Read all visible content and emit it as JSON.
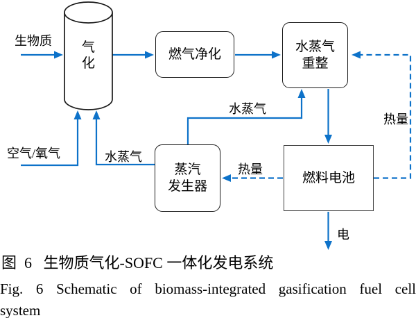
{
  "figure": {
    "type": "flow-diagram",
    "accent_color": "#0d72c9",
    "box_border_color": "#1a1a1a"
  },
  "nodes": {
    "gasifier": {
      "line1": "气",
      "line2": "化",
      "shape": "cylinder"
    },
    "gas_cleanup": {
      "label": "燃气净化",
      "shape": "rounded-rect"
    },
    "steam_reformer": {
      "line1": "水蒸气",
      "line2": "重整",
      "shape": "rounded-rect"
    },
    "steam_generator": {
      "line1": "蒸汽",
      "line2": "发生器",
      "shape": "rounded-rect"
    },
    "fuel_cell": {
      "label": "燃料电池",
      "shape": "rect"
    }
  },
  "edge_labels": {
    "biomass": "生物质",
    "air_oxygen": "空气/氧气",
    "steam_to_gasifier": "水蒸气",
    "steam_to_reformer": "水蒸气",
    "heat_to_generator": "热量",
    "heat_to_reformer": "热量",
    "electricity": "电"
  },
  "caption": {
    "zh": "图  6   生物质气化-SOFC 一体化发电系统",
    "en_line1": "Fig. 6 Schematic of biomass-integrated gasification fuel cell",
    "en_line2": "system"
  }
}
